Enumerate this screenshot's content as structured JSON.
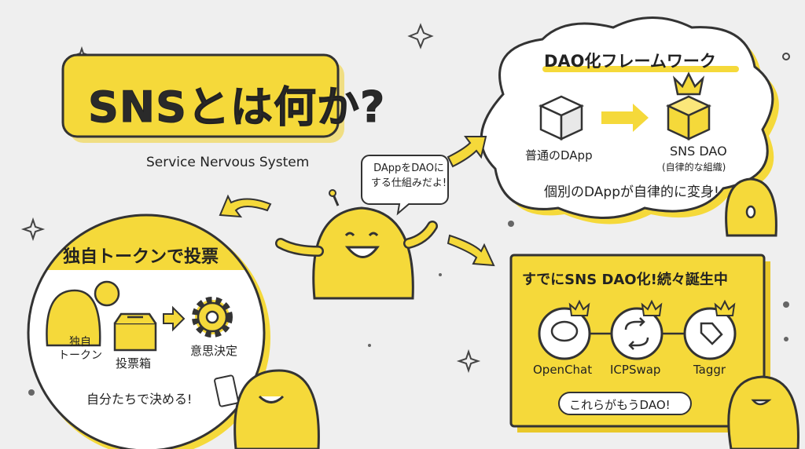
{
  "header": {
    "title": "SNSとは何か?",
    "subtitle": "Service Nervous System"
  },
  "mascot_bubble": {
    "line1": "DAppをDAOに",
    "line2": "する仕組みだよ!"
  },
  "framework": {
    "title": "DAO化フレームワーク",
    "from_label": "普通のDApp",
    "to_label": "SNS DAO",
    "to_sublabel": "(自律的な組織)",
    "caption": "個別のDAppが自律的に変身!"
  },
  "voting": {
    "title": "独自トークンで投票",
    "token_label_1": "独自",
    "token_label_2": "トークン",
    "box_label": "投票箱",
    "decision_label": "意思決定",
    "caption": "自分たちで決める!"
  },
  "examples": {
    "title": "すでにSNS DAO化!続々誕生中",
    "items": [
      {
        "label": "OpenChat",
        "icon": "chat-bubble-icon"
      },
      {
        "label": "ICPSwap",
        "icon": "swap-arrows-icon"
      },
      {
        "label": "Taggr",
        "icon": "tag-icon"
      }
    ],
    "bubble": "これらがもうDAO!"
  },
  "colors": {
    "accent": "#f5d93a",
    "background": "#efefef",
    "ink": "#2a2a2a"
  }
}
